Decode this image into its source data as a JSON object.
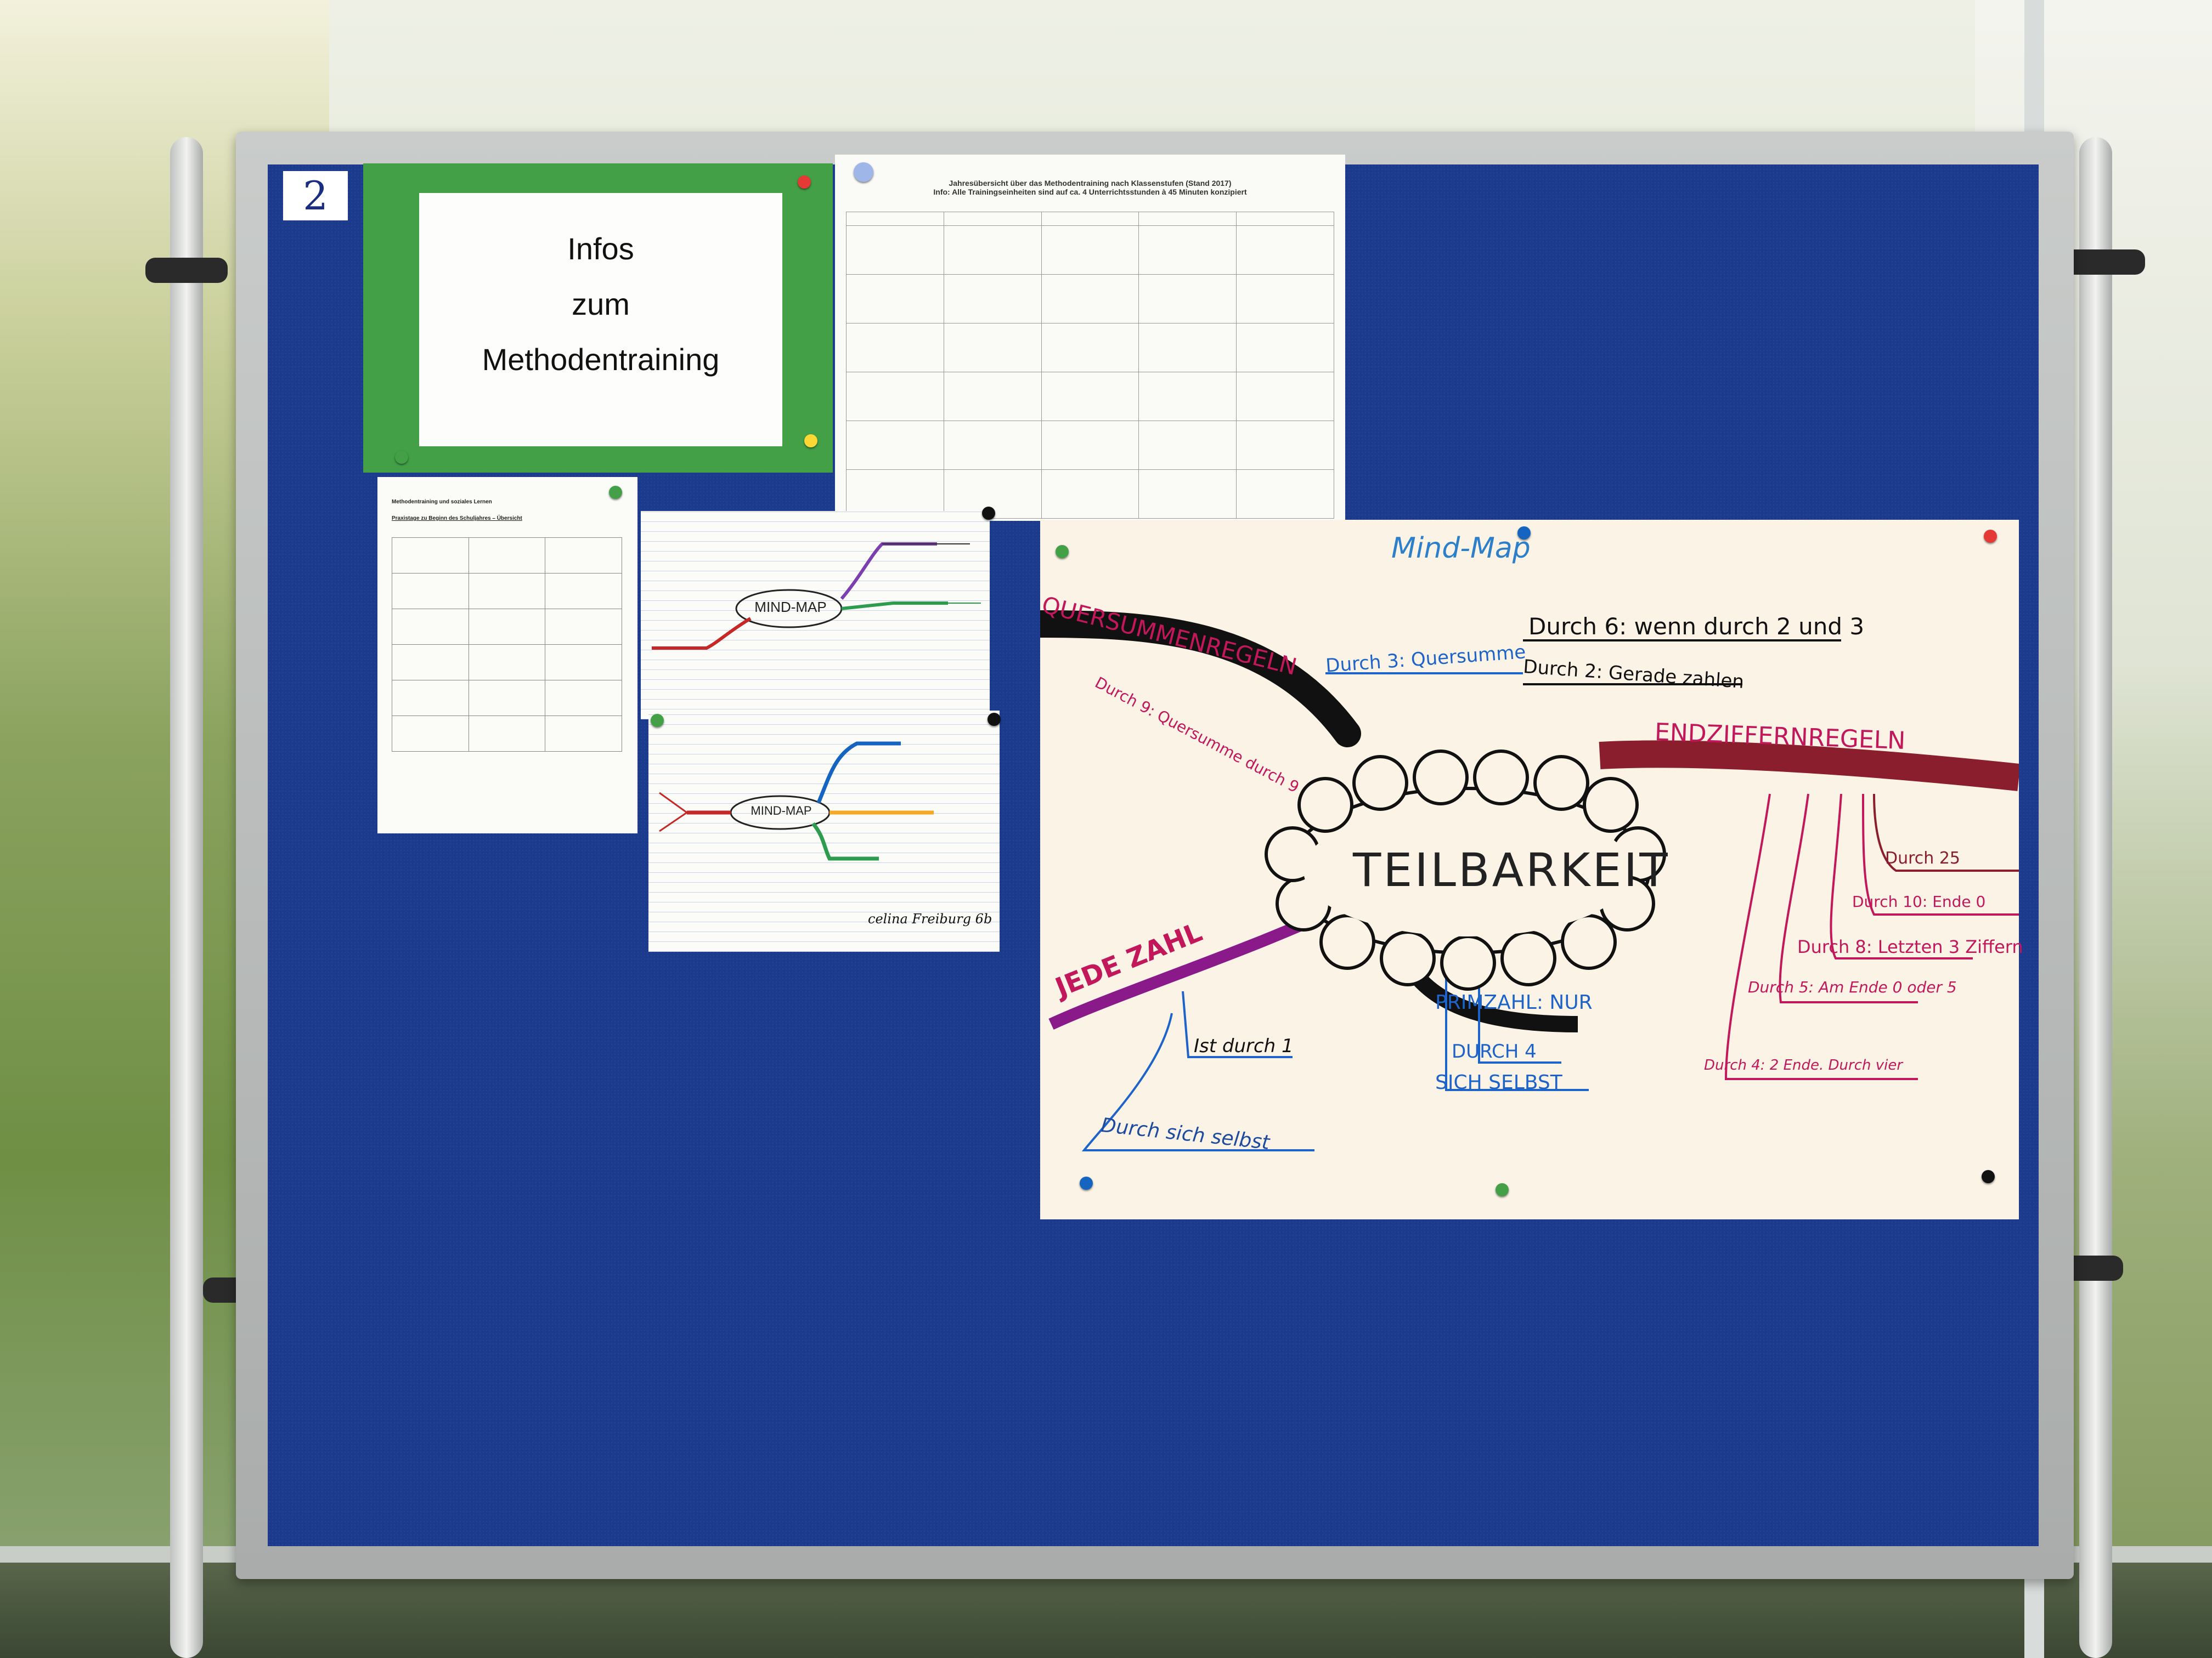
{
  "board": {
    "number": "2"
  },
  "title_card": {
    "line1": "Infos",
    "line2": "zum",
    "line3": "Methodentraining"
  },
  "yearly_overview": {
    "heading_line1": "Jahresübersicht über das Methodentraining nach Klassenstufen (Stand 2017)",
    "heading_line2": "Info: Alle Trainingseinheiten sind auf ca. 4 Unterrichtsstunden à 45 Minuten konzipiert"
  },
  "overview_sheet": {
    "title": "Methodentraining und soziales Lernen",
    "heading": "Praxistage zu Beginn des Schuljahres – Übersicht"
  },
  "mindmap_sheet_1": {
    "center": "MIND-MAP"
  },
  "mindmap_sheet_2": {
    "center": "MIND-MAP",
    "signature": "celina Freiburg 6b"
  },
  "poster": {
    "title": "Mind-Map",
    "center": "TEILBARKEIT",
    "branches": {
      "quersumme": "QUERSUMMENREGELN",
      "end_digit": "ENDZIFFERNREGELN",
      "any_number": "JEDE ZAHL",
      "prime": "PRIMZAHL: NUR"
    },
    "leaves": {
      "div3": "Durch 3: Quersumme",
      "div6": "Durch 6: wenn durch 2 und 3",
      "div2": "Durch 2: Gerade zahlen",
      "div9": "Durch 9: Quersumme durch 9",
      "div1": "Ist durch 1",
      "div4_prime": "DURCH 4",
      "self_prime": "SICH SELBST",
      "self": "Durch sich selbst",
      "div25": "Durch 25",
      "div10": "Durch 10: Ende 0",
      "div8": "Durch 8: Letzten 3 Ziffern",
      "div5": "Durch 5: Am Ende 0 oder 5",
      "div4": "Durch 4: 2 Ende. Durch vier"
    }
  },
  "colors": {
    "felt": "#1d3b8c",
    "green_sheet": "#43a047",
    "poster_bg": "#fbf3e6"
  }
}
